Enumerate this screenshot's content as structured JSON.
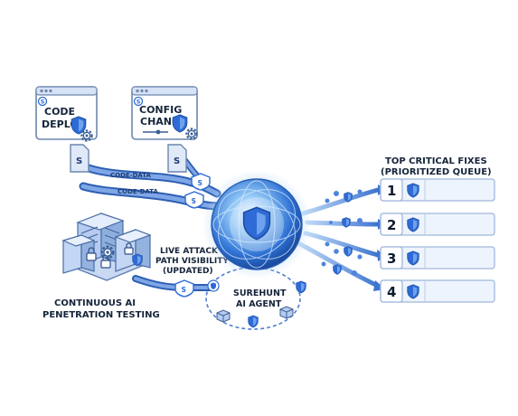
{
  "sources": {
    "code_deploy": {
      "line1": "CODE",
      "line2": "DEPLOY",
      "badge": "S"
    },
    "config_change": {
      "line1": "CONFIG",
      "line2": "CHANGE",
      "badge": "S"
    }
  },
  "flows": {
    "label1": "CODE-DATA",
    "label2": "CODE-DATA",
    "badge": "S"
  },
  "left_module": {
    "line1": "CONTINUOUS AI",
    "line2": "PENETRATION TESTING"
  },
  "live_path": {
    "line1": "LIVE ATTACK",
    "line2": "PATH VISIBILITY",
    "line3": "(UPDATED)",
    "badge": "S"
  },
  "agent": {
    "line1": "SUREHUNT",
    "line2": "AI AGENT"
  },
  "queue": {
    "title_line1": "TOP CRITICAL FIXES",
    "title_line2": "(PRIORITIZED QUEUE)",
    "items": [
      {
        "number": "1"
      },
      {
        "number": "2"
      },
      {
        "number": "3"
      },
      {
        "number": "4"
      }
    ]
  },
  "colors": {
    "ink": "#15243a",
    "flow_blue": "#4f7fd0",
    "flow_light": "#a9c6ef",
    "orb_core": "#2f6fd0",
    "shield": "#2e6bd6",
    "card_fill": "#eef4fd",
    "card_stroke": "#9fb7dc"
  }
}
